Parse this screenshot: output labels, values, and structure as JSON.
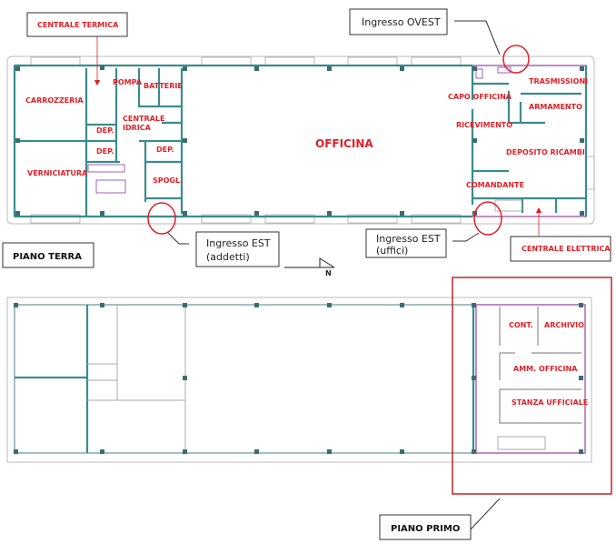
{
  "ground_floor": {
    "title": "PIANO TERRA",
    "rooms": {
      "carrozzeria": "CARROZZERIA",
      "pompa": "POMPA",
      "batterie": "BATTERIE",
      "centrale": "CENTRALE",
      "idrica": "IDRICA",
      "dep1": "DEP.",
      "dep2": "DEP.",
      "dep3": "DEP.",
      "verniciatura": "VERNICIATURA",
      "spogl": "SPOGL.",
      "officina": "OFFICINA",
      "trasmissioni": "TRASMISSIONI",
      "capo_officina": "CAPO OFFICINA",
      "armamento": "ARMAMENTO",
      "ricevimento": "RICEVIMENTO",
      "deposito_ricambi": "DEPOSITO RICAMBI",
      "comandante": "COMANDANTE"
    },
    "callouts": {
      "centrale_termica": "CENTRALE TERMICA",
      "ingresso_ovest": "Ingresso OVEST",
      "ingresso_est_addetti_1": "Ingresso EST",
      "ingresso_est_addetti_2": "(addetti)",
      "ingresso_est_uffici_1": "Ingresso EST",
      "ingresso_est_uffici_2": "(uffici)",
      "centrale_elettrica": "CENTRALE ELETTRICA"
    },
    "north_label": "N"
  },
  "first_floor": {
    "title": "PIANO PRIMO",
    "rooms": {
      "cont": "CONT.",
      "archivio": "ARCHIVIO",
      "amm_officina": "AMM. OFFICINA",
      "stanza_ufficiale": "STANZA UFFICIALE"
    }
  },
  "colors": {
    "label": "#e01f26",
    "wall": "#3a8c8c",
    "partition": "#b070b8"
  }
}
